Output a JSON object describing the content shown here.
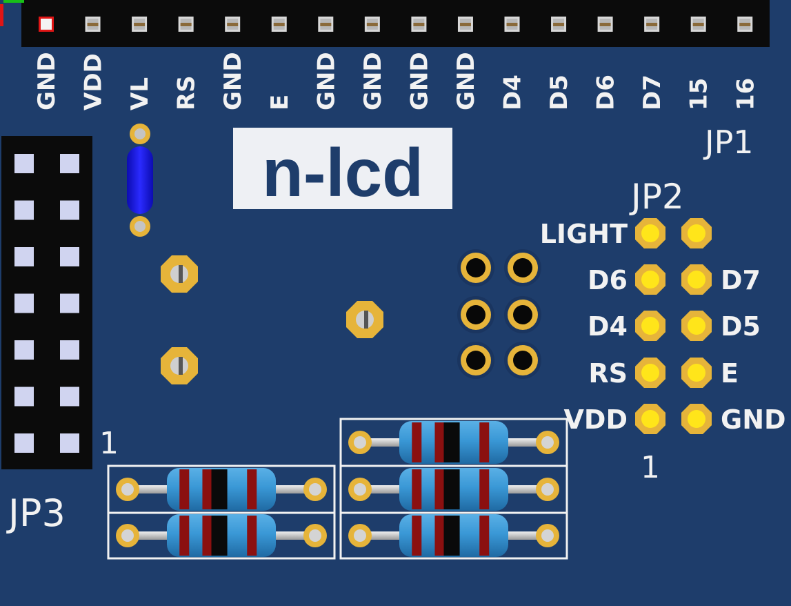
{
  "board": {
    "logo_text": "n-lcd",
    "colors": {
      "pcb": "#1e3d6b",
      "silkscreen": "#f2f2f2",
      "gold": "#e6b43a",
      "header_body": "#0b0b0b",
      "jumper_wire": "#1414f0",
      "resistor_body": "#3a98d6",
      "first_pin_marker": "#e01515"
    }
  },
  "jp1": {
    "designator": "JP1",
    "pins": [
      {
        "label": "GND"
      },
      {
        "label": "VDD"
      },
      {
        "label": "VL"
      },
      {
        "label": "RS"
      },
      {
        "label": "GND"
      },
      {
        "label": "E"
      },
      {
        "label": "GND"
      },
      {
        "label": "GND"
      },
      {
        "label": "GND"
      },
      {
        "label": "GND"
      },
      {
        "label": "D4"
      },
      {
        "label": "D5"
      },
      {
        "label": "D6"
      },
      {
        "label": "D7"
      },
      {
        "label": "15"
      },
      {
        "label": "16"
      }
    ]
  },
  "jp2": {
    "designator": "JP2",
    "pin1_label": "1",
    "rows": [
      {
        "left": "LIGHT",
        "right": ""
      },
      {
        "left": "D6",
        "right": "D7"
      },
      {
        "left": "D4",
        "right": "D5"
      },
      {
        "left": "RS",
        "right": "E"
      },
      {
        "left": "VDD",
        "right": "GND"
      }
    ]
  },
  "jp3": {
    "designator": "JP3",
    "pin1_label": "1",
    "rows": 7,
    "cols": 2
  },
  "resistors": {
    "count": 5,
    "band_colors": [
      "#8b1010",
      "#8b1010",
      "#0a0a0a",
      "#8b1010"
    ]
  }
}
